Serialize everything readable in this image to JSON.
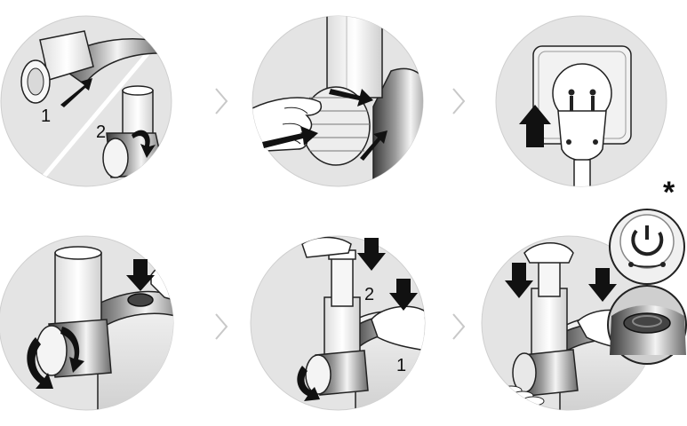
{
  "colors": {
    "circle_fill": "#e4e4e4",
    "circle_stroke": "#cfcfcf",
    "arrow": "#111111",
    "chevron": "#c8c8c8",
    "metal_light": "#f2f2f2",
    "metal_dark": "#3a3a3a",
    "line": "#222222"
  },
  "steps": [
    {
      "id": "step-1",
      "labels": [
        "1",
        "2"
      ]
    },
    {
      "id": "step-2",
      "labels": []
    },
    {
      "id": "step-3",
      "labels": []
    },
    {
      "id": "step-4",
      "labels": []
    },
    {
      "id": "step-5",
      "labels": [
        "2",
        "1"
      ]
    },
    {
      "id": "step-6",
      "labels": []
    }
  ],
  "footnote_marker": "*",
  "icons": [
    "chevron-right-icon",
    "arrow-icon",
    "power-button-icon",
    "rotation-arrows-icon"
  ]
}
